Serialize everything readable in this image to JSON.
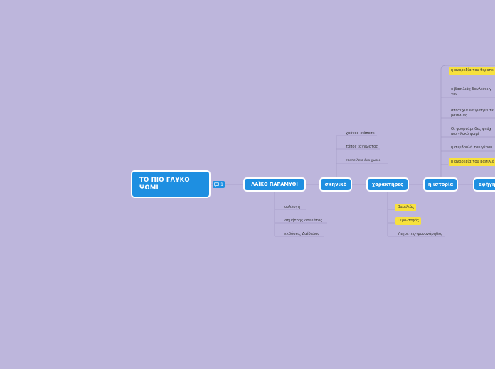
{
  "root": {
    "title": "ΤΟ ΠΙΟ ΓΛΥΚΟ ΨΩΜΙ",
    "comment_icon": "comment-icon",
    "comment_count": "1"
  },
  "topics": {
    "laiko": "ΛΑΪΚΟ ΠΑΡΑΜΥΘΙ",
    "skiniko": "σκηνικό",
    "xaraktires": "χαρακτήρες",
    "istoria": "η ιστορία",
    "afigisi": "αφήγη"
  },
  "laiko_children": [
    "συλλογή",
    "Δημήτρης Λουκάτος",
    "εκδόσεις Δαίδαλος"
  ],
  "skiniko_children": [
    "χρόνος :κάποτε",
    "τόπος :άγνωστος",
    "επαπείλειο ένα χωριό"
  ],
  "xaraktires_children": [
    "Βασιλιάς",
    "Γερο-σοφός",
    "Υπηρέτες- φουρνάρηδες"
  ],
  "istoria_children": [
    "η ανορεξία του θεραπε",
    "ο βασιλιάς δουλεύει γ του",
    "αποτυχία να γιατρευτε βασιλιάς",
    "Οι φουρνάρηδες ψπάχ πιο γλυκό ψωμί",
    "η συμβουλή του γέρου",
    "η ανορεξία του βασιλιά"
  ],
  "colors": {
    "background": "#bdb6dc",
    "node": "#1e8fe1",
    "highlight": "#f7e13e",
    "line": "#a49cc6"
  }
}
